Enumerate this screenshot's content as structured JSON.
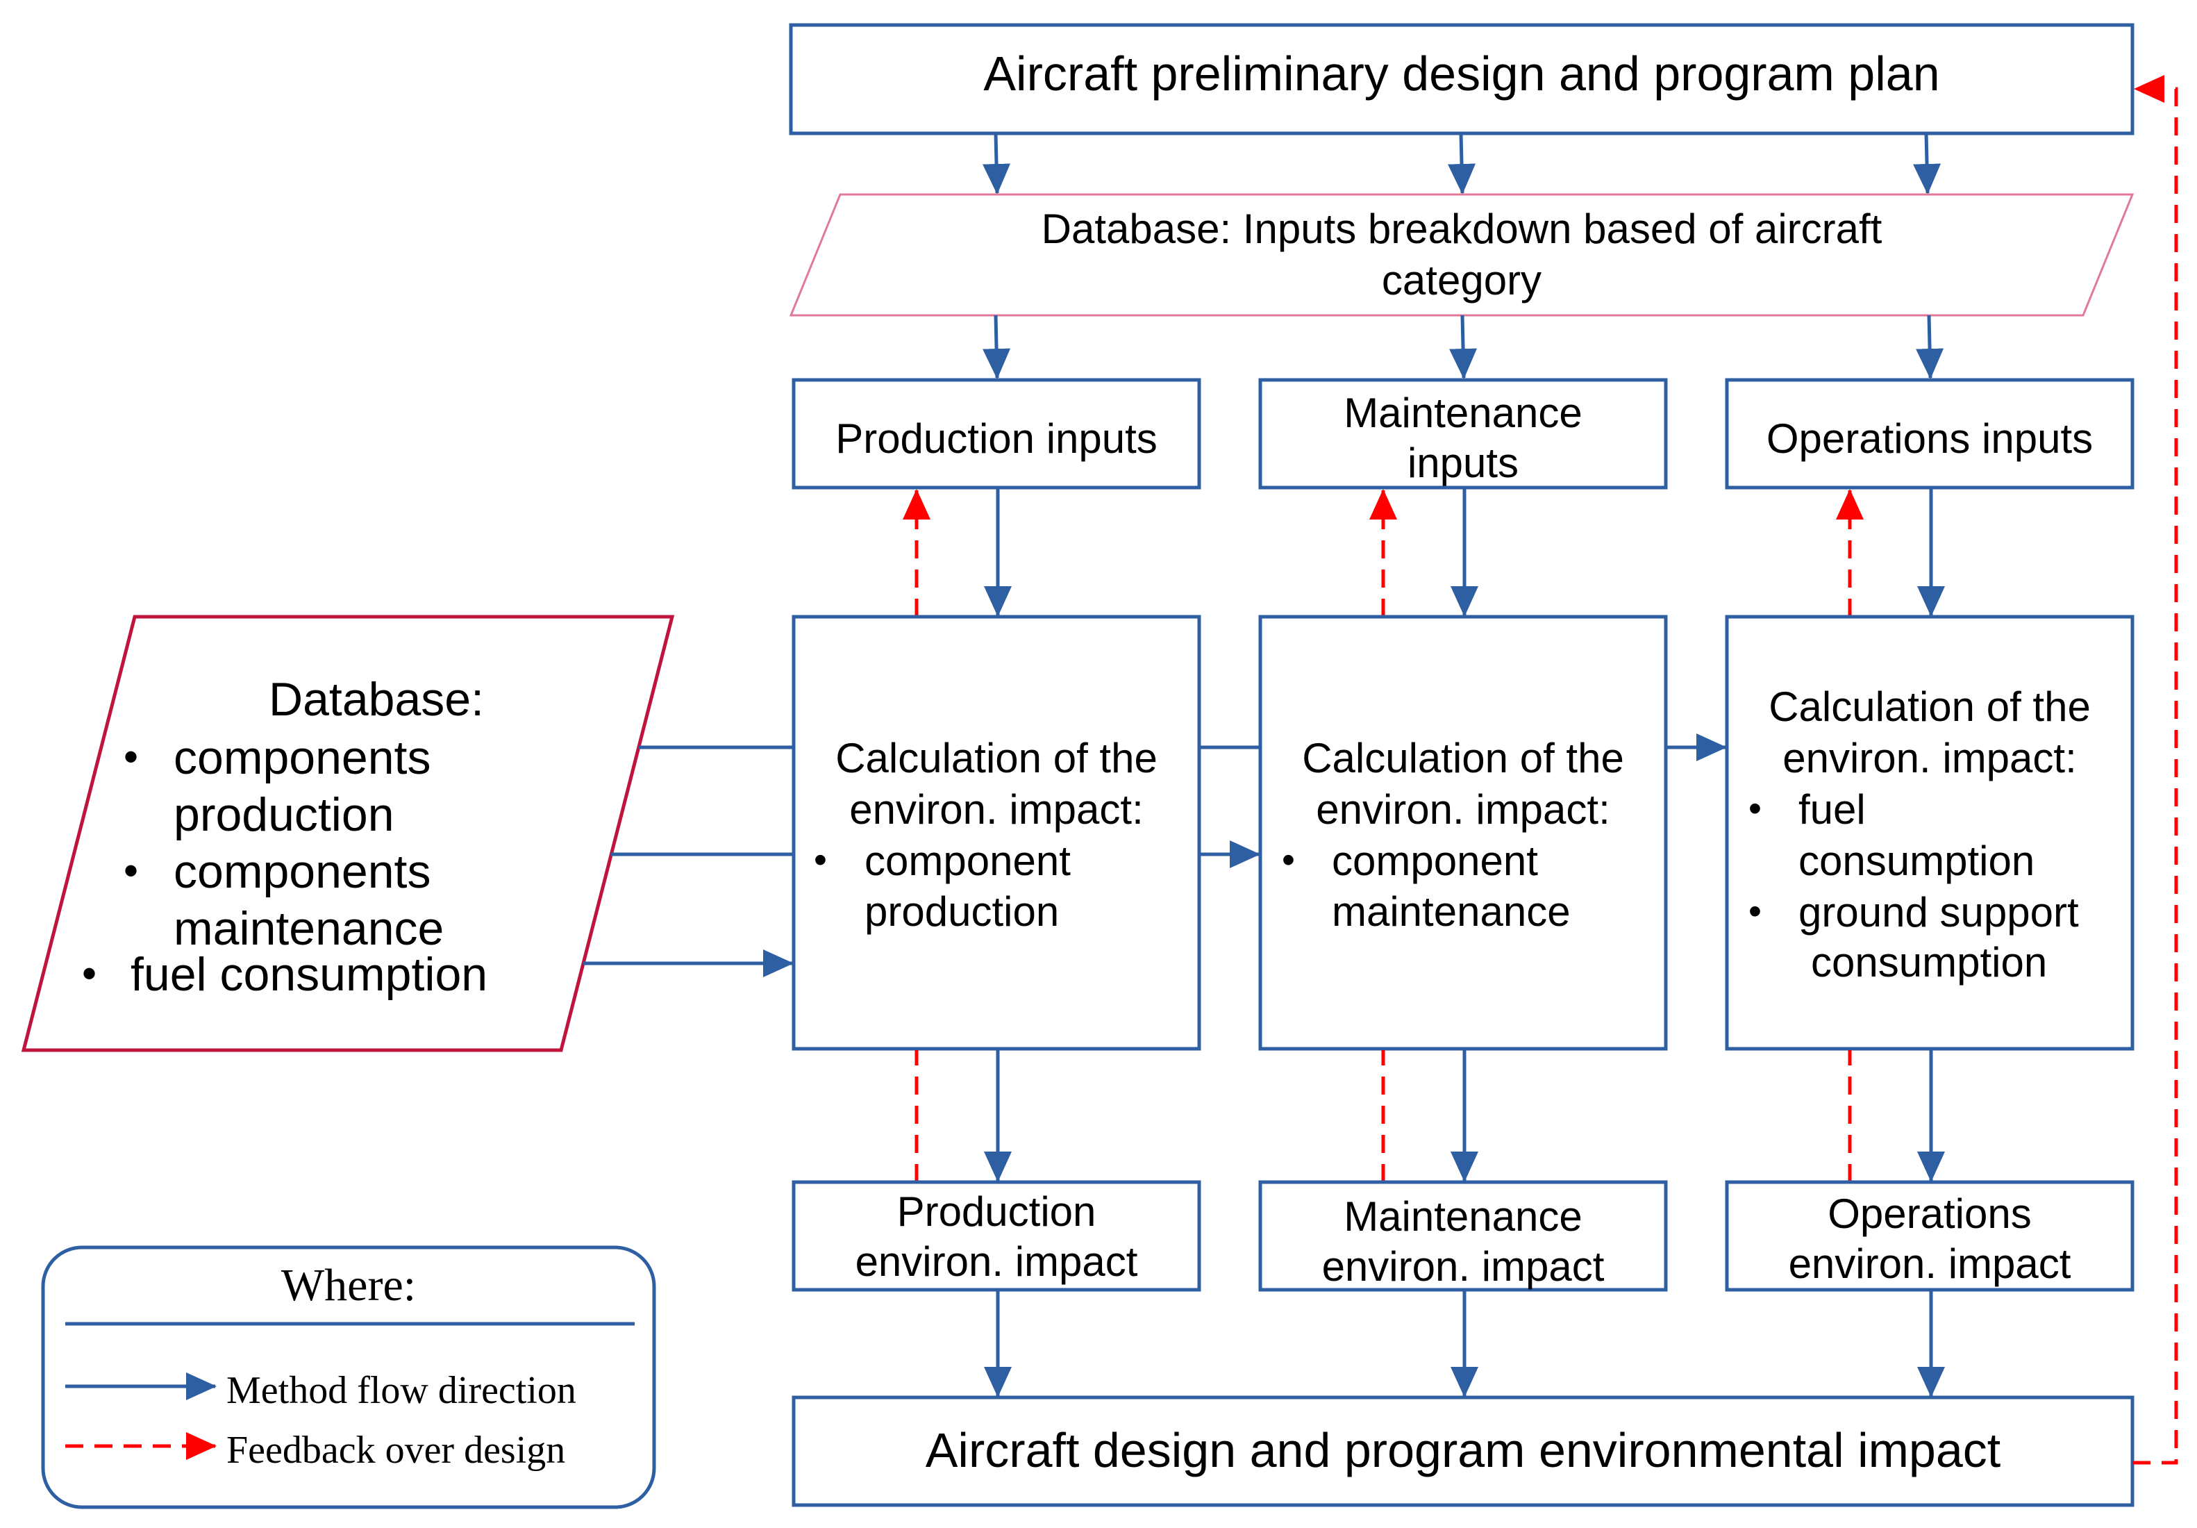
{
  "top_box": "Aircraft preliminary design and program plan",
  "db_inputs": {
    "line1": "Database: Inputs breakdown based of aircraft",
    "line2": "category"
  },
  "inputs": {
    "production": "Production inputs",
    "maintenance_line1": "Maintenance",
    "maintenance_line2": "inputs",
    "operations": "Operations inputs"
  },
  "db_left": {
    "title": "Database:",
    "bullet1_line1": "components",
    "bullet1_line2": "production",
    "bullet2_line1": "components",
    "bullet2_line2": "maintenance",
    "bullet3": "fuel consumption"
  },
  "calc": {
    "production": {
      "line1": "Calculation of the",
      "line2": "environ. impact:",
      "bullet_line1": "component",
      "bullet_line2": "production"
    },
    "maintenance": {
      "line1": "Calculation of the",
      "line2": "environ. impact:",
      "bullet_line1": "component",
      "bullet_line2": "maintenance"
    },
    "operations": {
      "line1": "Calculation of the",
      "line2": "environ. impact:",
      "bullet1_line1": "fuel",
      "bullet1_line2": "consumption",
      "bullet2_line1": "ground support",
      "bullet2_line2": "consumption"
    }
  },
  "outputs": {
    "production_line1": "Production",
    "production_line2": "environ. impact",
    "maintenance_line1": "Maintenance",
    "maintenance_line2": "environ. impact",
    "operations_line1": "Operations",
    "operations_line2": "environ. impact"
  },
  "bottom_box": "Aircraft design and program environmental impact",
  "legend": {
    "title": "Where:",
    "flow": "Method flow direction",
    "feedback": "Feedback over design"
  },
  "bullet_glyph": "•",
  "colors": {
    "blue": "#2E5FA3",
    "red": "#FF0000",
    "crimson": "#C0143C",
    "pink_border": "#E07A98",
    "text": "#000000"
  }
}
